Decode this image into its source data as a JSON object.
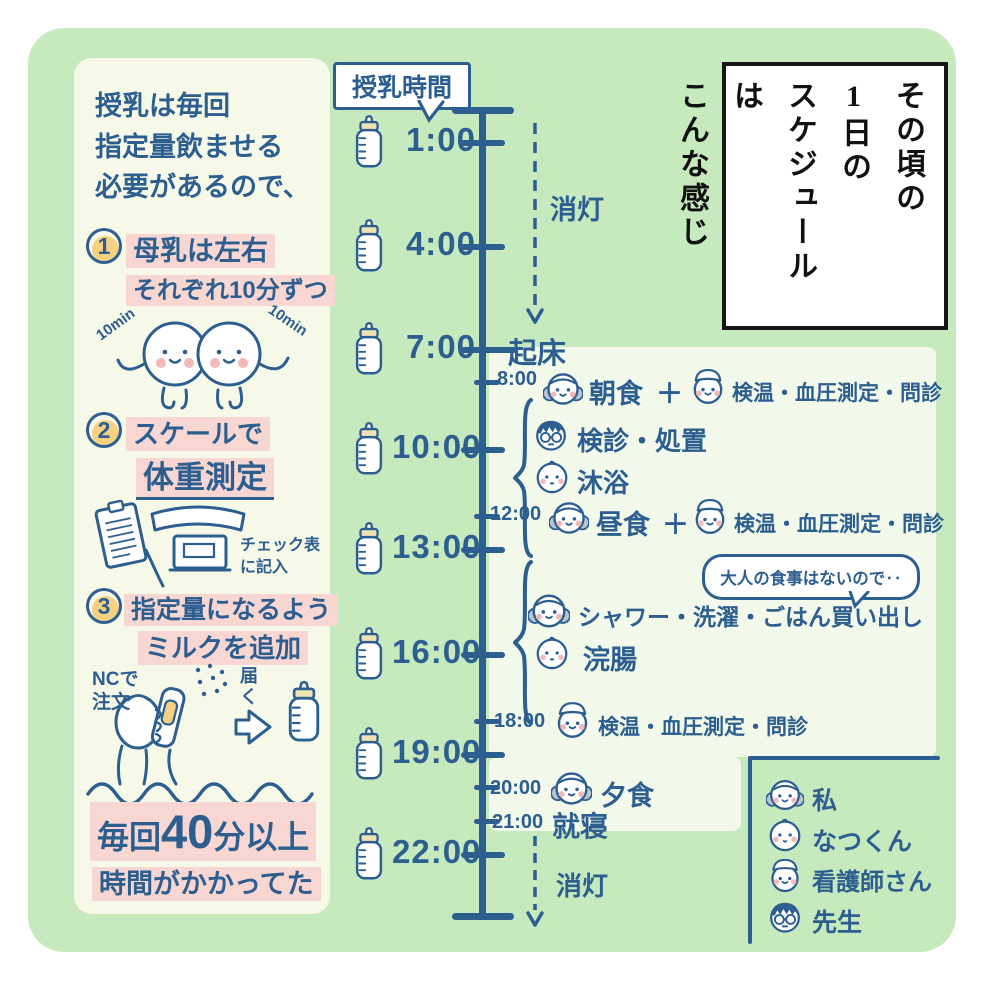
{
  "title_box": {
    "line1": "その頃の",
    "line2": "1日の",
    "line3": "スケジュールは",
    "line4": "こんな感じ"
  },
  "panel": {
    "intro1": "授乳は毎回",
    "intro2": "指定量飲ませる",
    "intro3": "必要があるので、",
    "step1_num": "1",
    "step1_line1": "母乳は左右",
    "step1_line2": "それぞれ10分ずつ",
    "min_left": "10min",
    "min_right": "10min",
    "step2_num": "2",
    "step2_line1": "スケールで",
    "step2_line2": "体重測定",
    "step2_note1": "チェック表",
    "step2_note2": "に記入",
    "step3_num": "3",
    "step3_line1": "指定量になるよう",
    "step3_line2": "ミルクを追加",
    "nc_label1": "NCで",
    "nc_label2": "注文",
    "todoku": "届く",
    "footer1_a": "毎回",
    "footer1_num": "40",
    "footer1_b": "分以上",
    "footer2": "時間がかかってた"
  },
  "timeline": {
    "header": "授乳時間",
    "feed_times": [
      "1:00",
      "4:00",
      "7:00",
      "10:00",
      "13:00",
      "16:00",
      "19:00",
      "22:00"
    ],
    "lights_out_top": "消灯",
    "wake": "起床",
    "e8_time": "8:00",
    "e8_a": "朝食",
    "e8_plus": "＋",
    "e8_b": "検温・血圧測定・問診",
    "g1a": "検診・処置",
    "g1b": "沐浴",
    "e12_time": "12:00",
    "e12_a": "昼食",
    "e12_plus": "＋",
    "e12_b": "検温・血圧測定・問診",
    "bubble": "大人の食事はないので‥",
    "g2a": "シャワー・洗濯・ごはん買い出し",
    "g2b": "浣腸",
    "e18_time": "18:00",
    "e18_b": "検温・血圧測定・問診",
    "e20_time": "20:00",
    "e20_a": "夕食",
    "e21_time": "21:00",
    "e21_a": "就寝",
    "lights_out_bottom": "消灯"
  },
  "legend": {
    "item1": "私",
    "item2": "なつくん",
    "item3": "看護師さん",
    "item4": "先生"
  },
  "colors": {
    "ink": "#2d5e90",
    "green": "#c6eabe",
    "pink_highlight": "#f8d6d2",
    "yellow": "#f6d184"
  }
}
